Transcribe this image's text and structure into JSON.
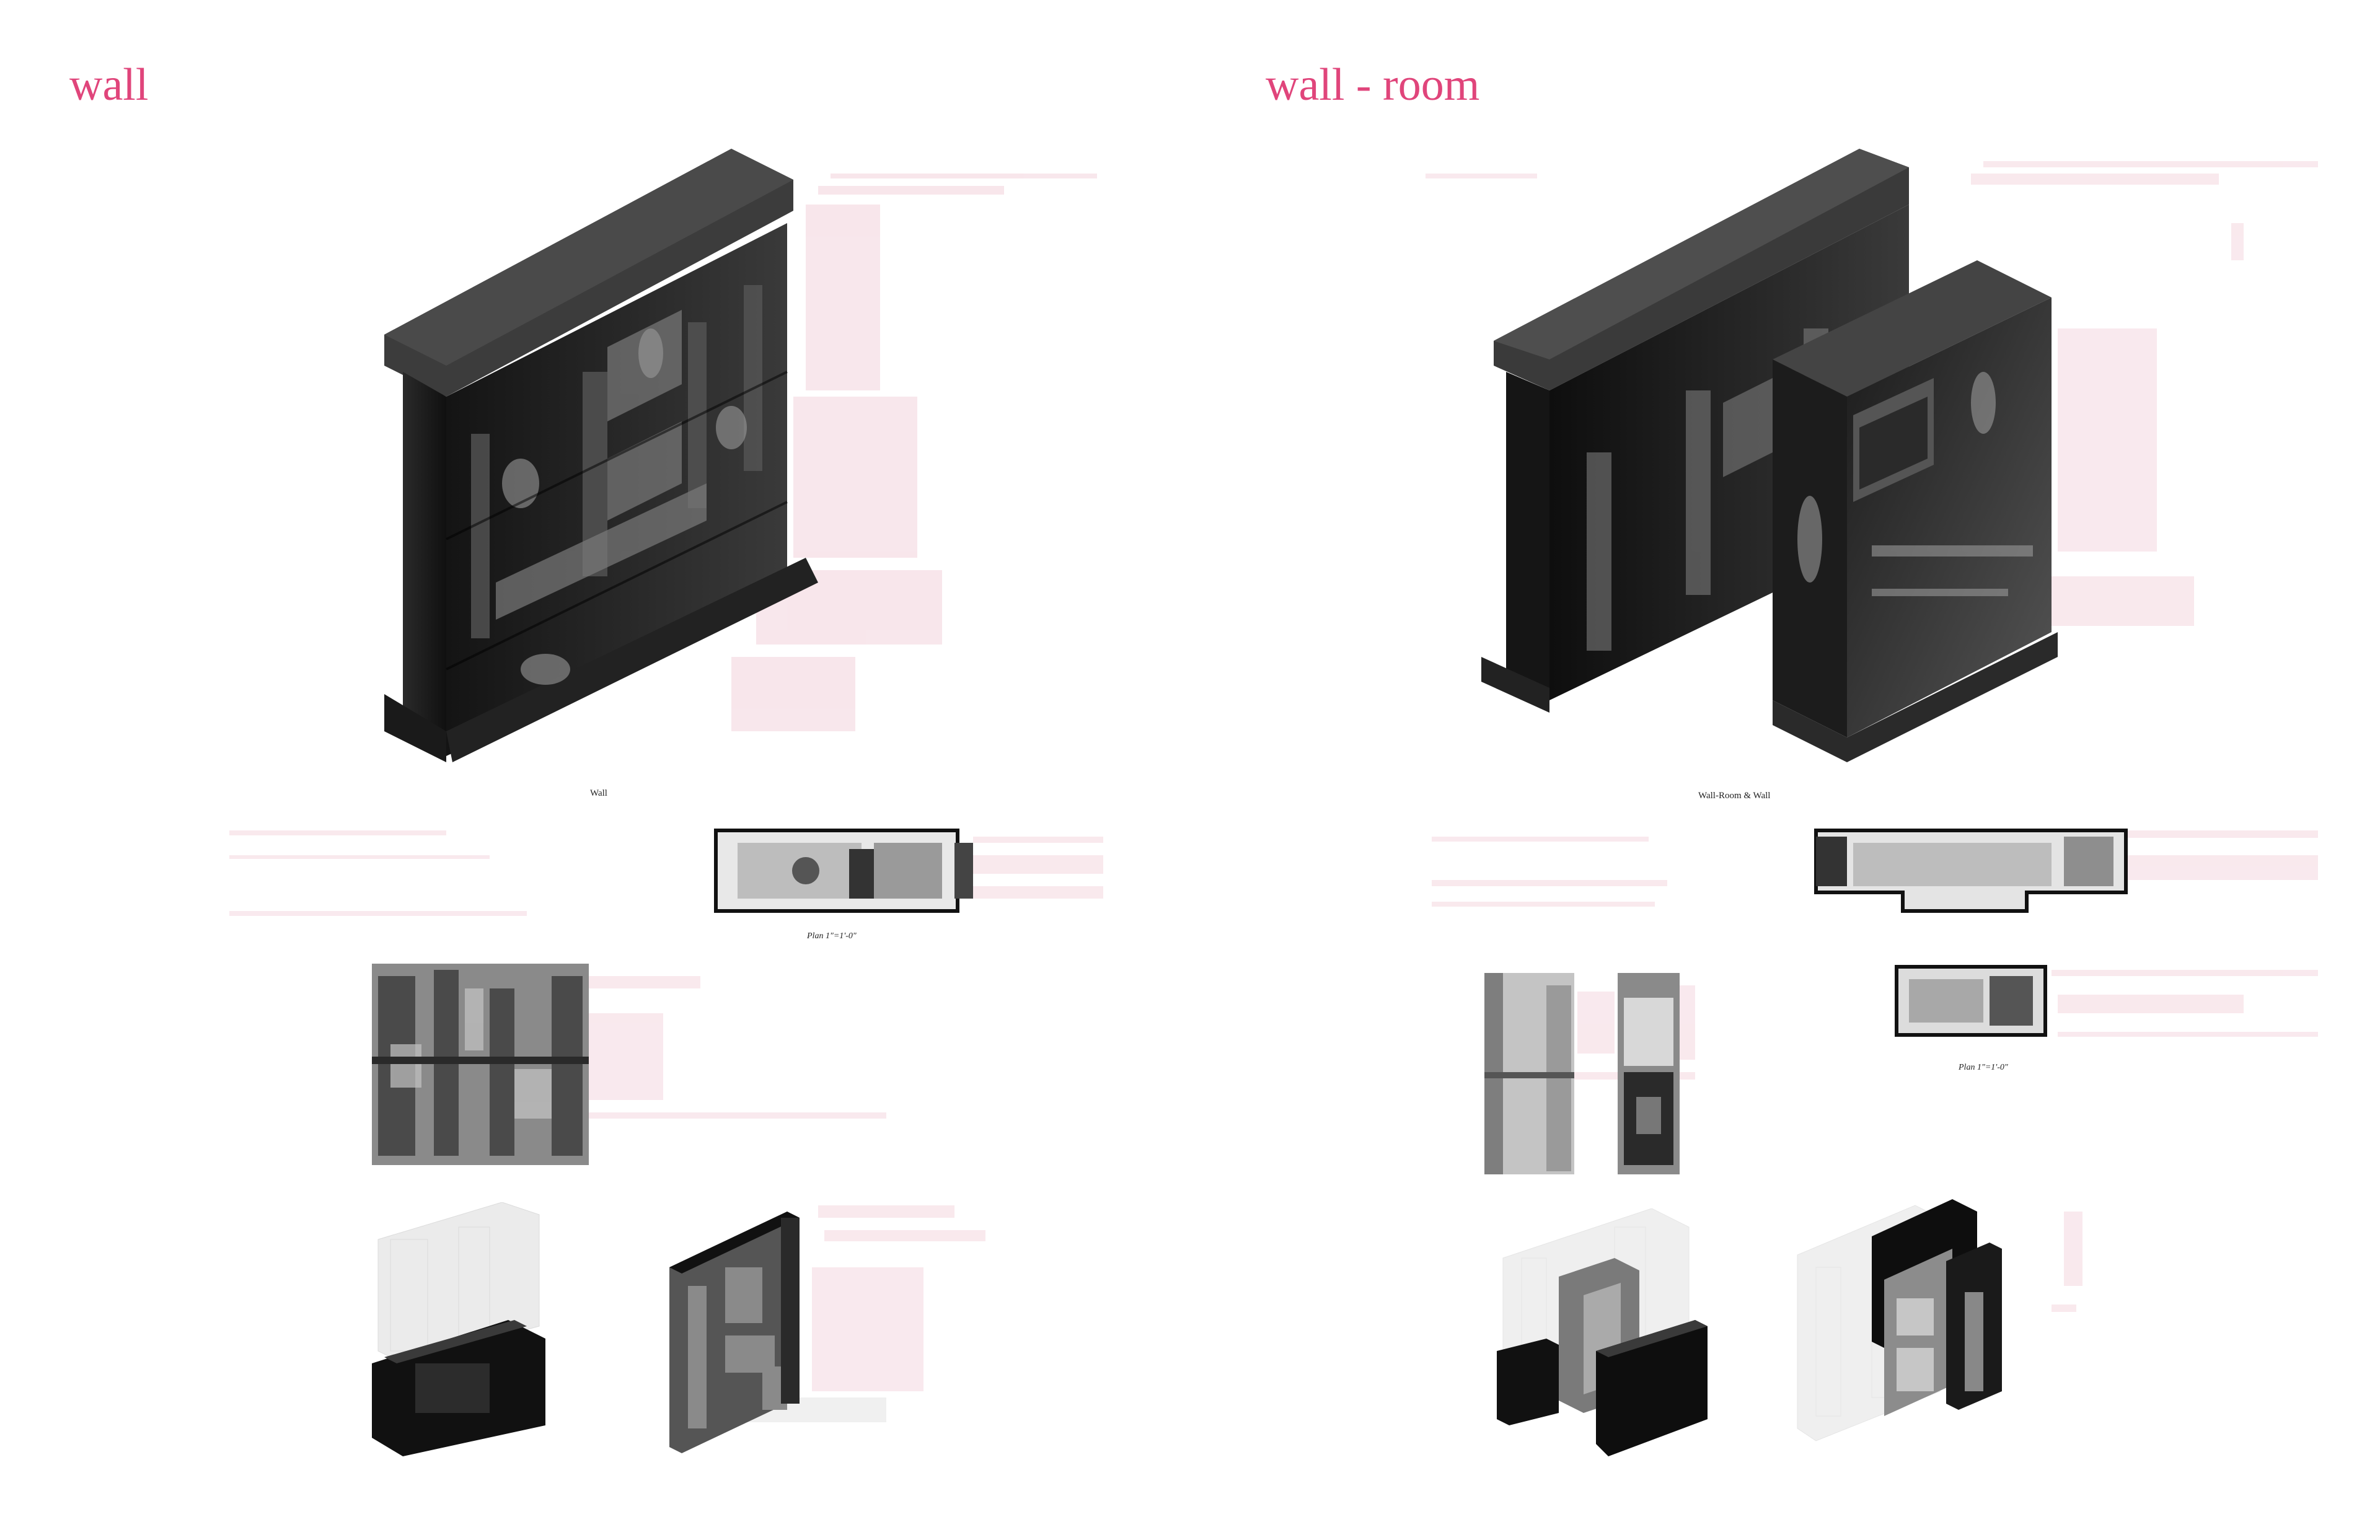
{
  "accent_color": "#e0457b",
  "left_panel": {
    "title": "wall",
    "captions": {
      "axon": "Wall",
      "plan_scale": "Plan  1\"=1'-0\""
    },
    "figures": [
      {
        "name": "dark carved wall, isometric",
        "icon": "wall-axonometric-icon"
      },
      {
        "name": "wall plan",
        "icon": "wall-plan-icon"
      },
      {
        "name": "wall elevation",
        "icon": "wall-elevation-icon"
      },
      {
        "name": "wall exploded view",
        "icon": "wall-exploded-icon"
      },
      {
        "name": "wall cut-away",
        "icon": "wall-section-icon"
      }
    ]
  },
  "right_panel": {
    "title": "wall - room",
    "captions": {
      "axon": "Wall-Room & Wall",
      "plan_scale": "Plan  1\"=1'-0\""
    },
    "figures": [
      {
        "name": "wall-room and wall, isometric",
        "icon": "wall-room-axonometric-icon"
      },
      {
        "name": "wall-room upper plan",
        "icon": "wall-room-plan-icon"
      },
      {
        "name": "wall-room lower plan",
        "icon": "wall-room-plan-small-icon"
      },
      {
        "name": "wall-room elevation",
        "icon": "wall-room-elevation-icon"
      },
      {
        "name": "wall-room exploded view",
        "icon": "wall-room-exploded-icon"
      },
      {
        "name": "wall-room cut-away",
        "icon": "wall-room-section-icon"
      }
    ]
  }
}
